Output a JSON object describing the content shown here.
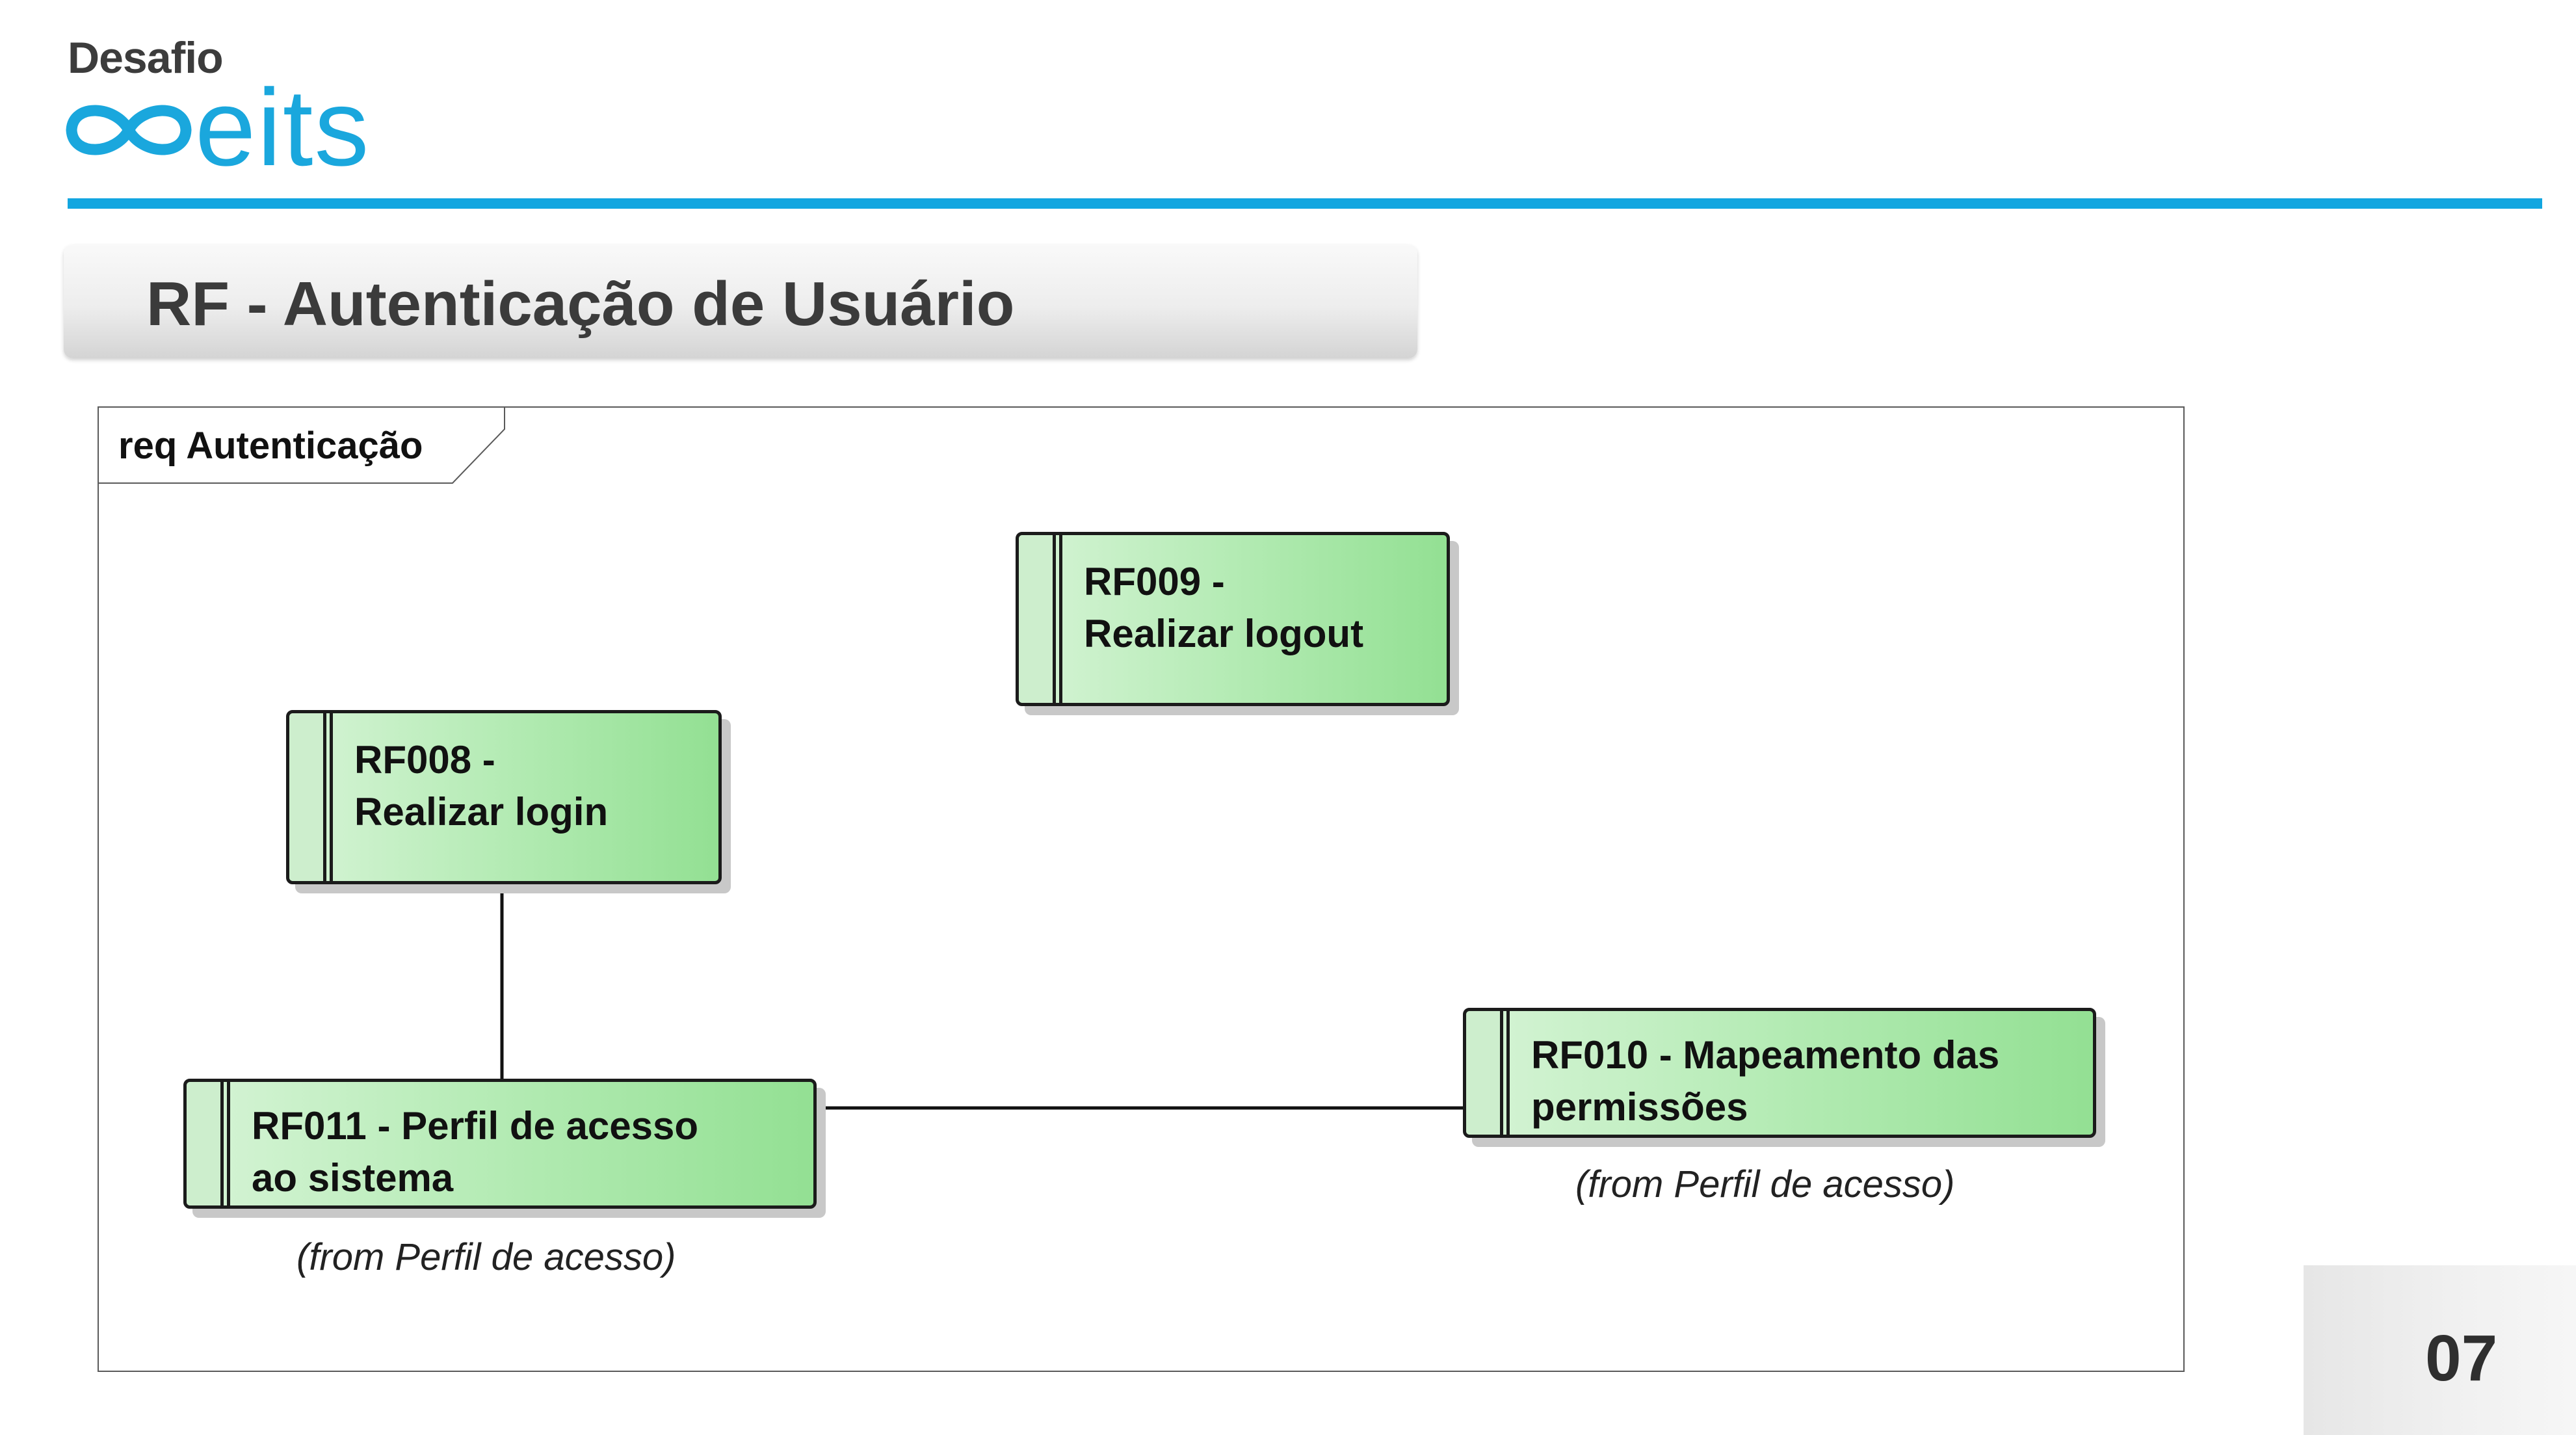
{
  "brand": {
    "tagline": "Desafio",
    "wordmark": "eits",
    "accent_color": "#12a6e0",
    "mark_icon": "infinity-icon"
  },
  "header": {
    "title": "RF - Autenticação de Usuário"
  },
  "diagram": {
    "frame_label": "req Autenticação",
    "requirements": [
      {
        "id": "RF009",
        "text": "RF009 -\nRealizar logout",
        "from": ""
      },
      {
        "id": "RF008",
        "text": "RF008 -\nRealizar login",
        "from": ""
      },
      {
        "id": "RF010",
        "text": "RF010 - Mapeamento das\npermissões",
        "from": "(from Perfil de acesso)"
      },
      {
        "id": "RF011",
        "text": "RF011 - Perfil de acesso\nao sistema",
        "from": "(from Perfil de acesso)"
      }
    ],
    "associations": [
      {
        "from": "RF008",
        "to": "RF011"
      },
      {
        "from": "RF011",
        "to": "RF010"
      }
    ],
    "fill_color": "#a8e6a8",
    "stroke_color": "#1b1b1b"
  },
  "footer": {
    "page_number": "07"
  }
}
